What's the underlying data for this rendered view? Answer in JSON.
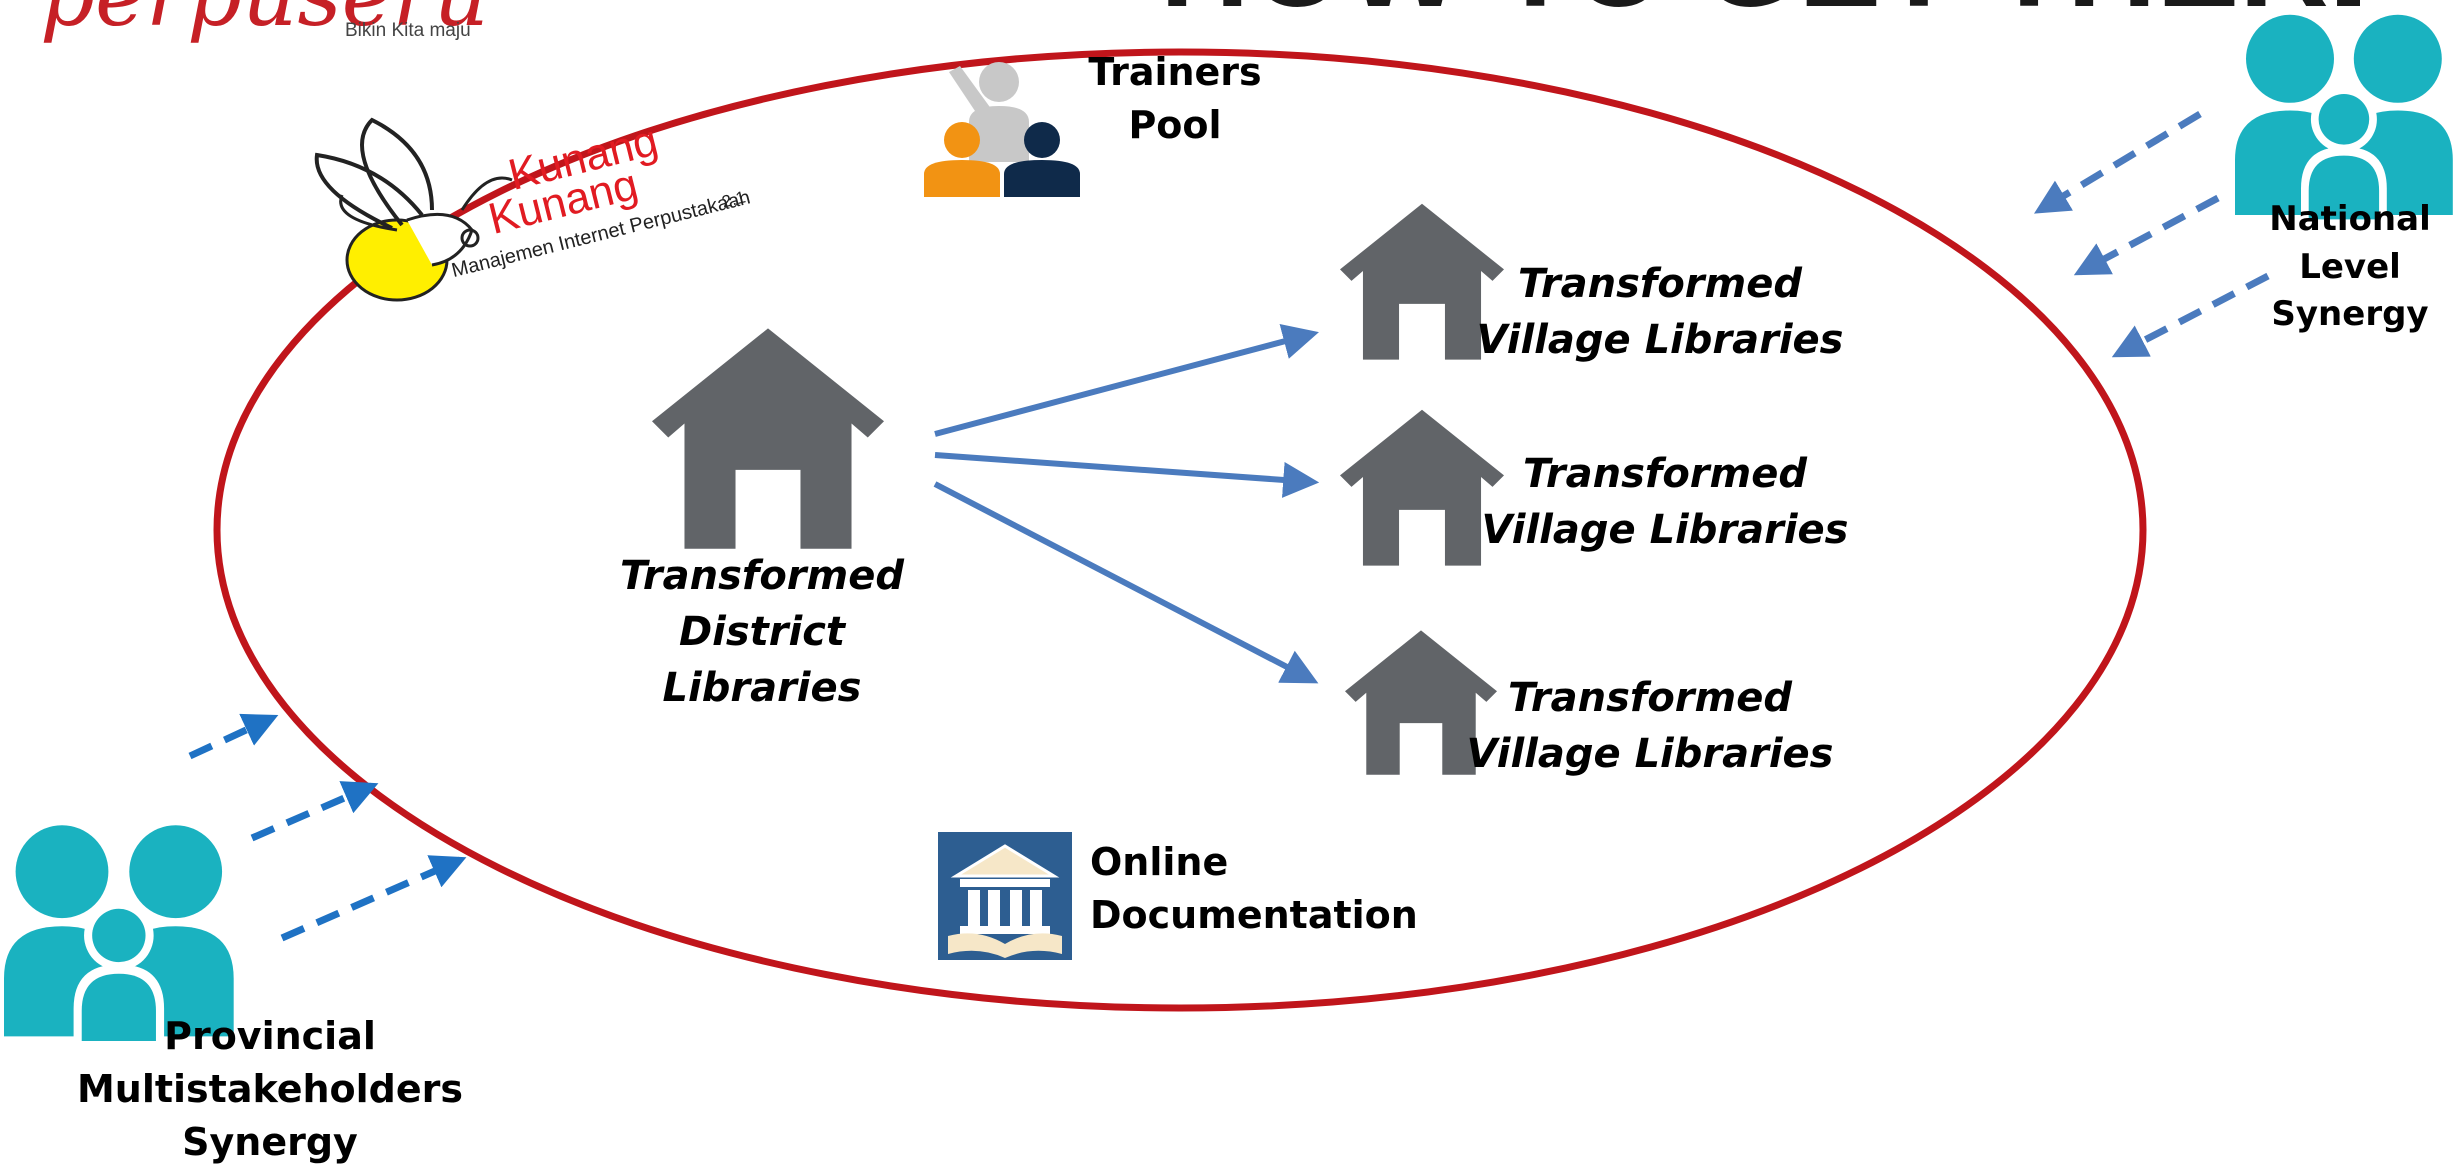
{
  "title": "HOW TO GET THERE?",
  "logos": {
    "perpuseru_script": "perpuseru",
    "perpuseru_tagline": "Bikin Kita maju",
    "kunang_word_1": "Kunang",
    "kunang_word_2": "Kunang",
    "kunang_version": "2.1",
    "kunang_subtitle": "Manajemen Internet Perpustakaan"
  },
  "trainers_pool": [
    "Trainers",
    "Pool"
  ],
  "district": [
    "Transformed",
    "District",
    "Libraries"
  ],
  "villages": [
    [
      "Transformed",
      "Village Libraries"
    ],
    [
      "Transformed",
      "Village Libraries"
    ],
    [
      "Transformed",
      "Village Libraries"
    ]
  ],
  "online_documentation": [
    "Online",
    "Documentation"
  ],
  "national_synergy": [
    "National",
    "Level",
    "Synergy"
  ],
  "provincial_synergy": [
    "Provincial",
    "Multistakeholders Synergy"
  ],
  "colors": {
    "ellipse": "#c0151b",
    "arrow": "#4b7bbe",
    "house": "#616468",
    "people": "#1ab2c0",
    "trainer_orange": "#f29313",
    "trainer_navy": "#0f2a4a",
    "trainer_gray": "#c8c8c8",
    "library_blue": "#2d5e91"
  }
}
